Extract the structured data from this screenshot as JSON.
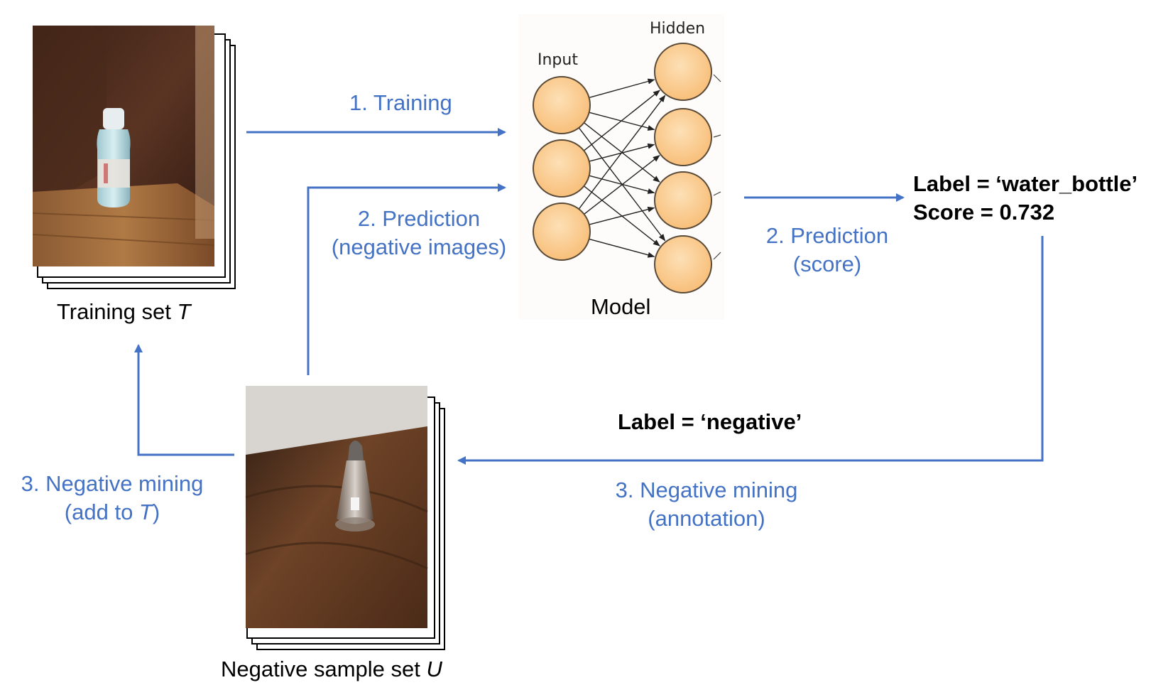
{
  "colors": {
    "accent": "#4472c4",
    "neuron_fill": "#fbc98a",
    "neuron_stroke": "#5a4a38"
  },
  "training_set": {
    "label": "Training set",
    "var": "T"
  },
  "negative_set": {
    "label": "Negative sample set",
    "var": "U"
  },
  "model": {
    "caption": "Model",
    "input_label": "Input",
    "hidden_label": "Hidden"
  },
  "steps": {
    "training": "1. Training",
    "prediction_neg_line1": "2. Prediction",
    "prediction_neg_line2": "(negative images)",
    "prediction_score_line1": "2. Prediction",
    "prediction_score_line2": "(score)",
    "mining_annot_line1": "3. Negative mining",
    "mining_annot_line2": "(annotation)",
    "mining_add_line1": "3. Negative mining",
    "mining_add_line2_prefix": "(add to ",
    "mining_add_line2_var": "T",
    "mining_add_line2_suffix": ")"
  },
  "output": {
    "label_line": "Label = ‘water_bottle’",
    "score_line": "Score = 0.732"
  },
  "negative_label": "Label = ‘negative’"
}
